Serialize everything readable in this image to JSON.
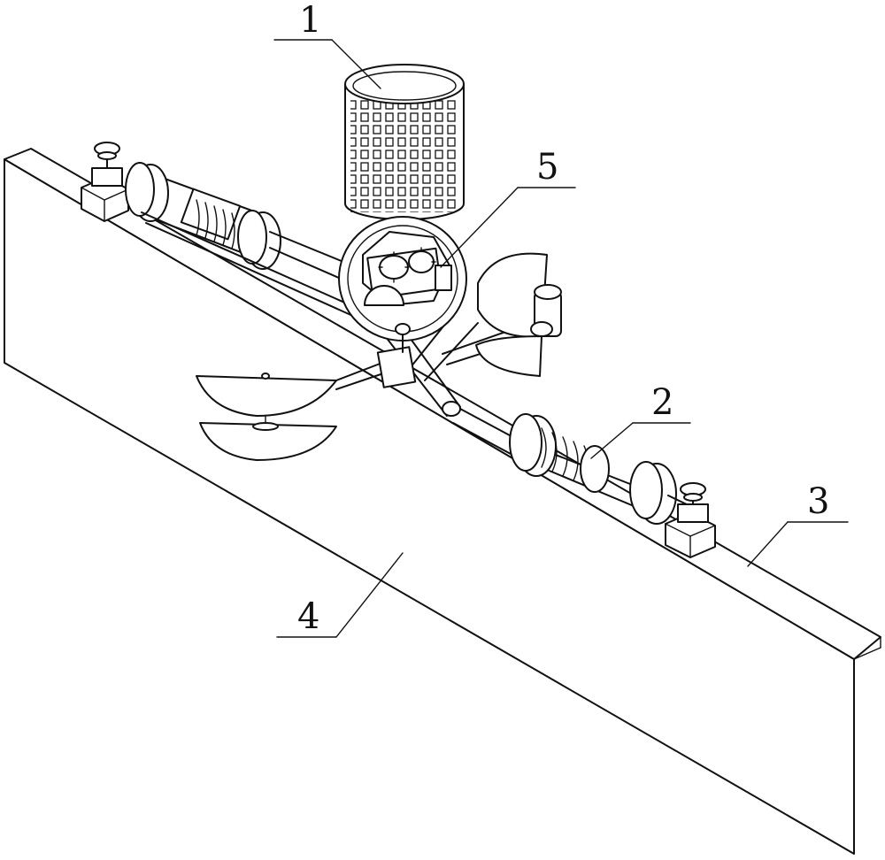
{
  "figure": {
    "callouts": [
      {
        "id": "part-1",
        "text": "1"
      },
      {
        "id": "part-2",
        "text": "2"
      },
      {
        "id": "part-3",
        "text": "3"
      },
      {
        "id": "part-4",
        "text": "4"
      },
      {
        "id": "part-5",
        "text": "5"
      }
    ]
  }
}
